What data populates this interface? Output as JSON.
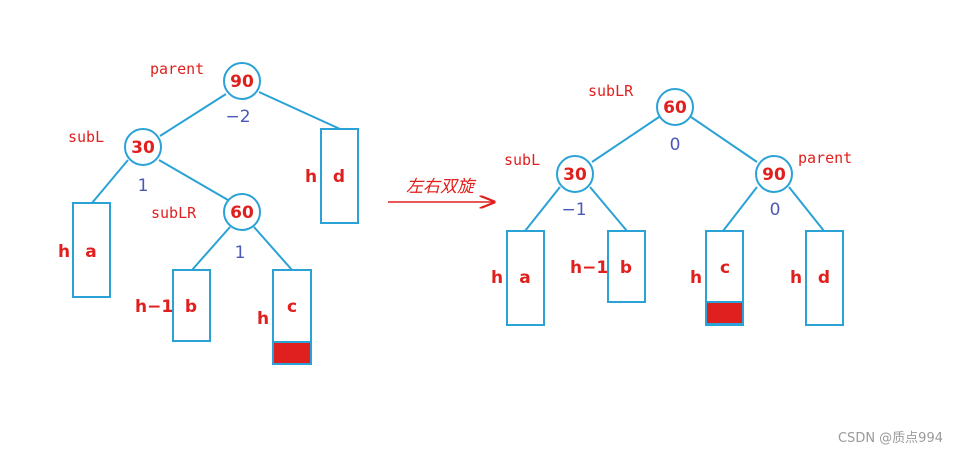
{
  "colors": {
    "line": "#2aa2d6",
    "text": "#e0201e",
    "balance": "#4b58b8",
    "fill": "#e0201e"
  },
  "arrow_label": "左右双旋",
  "watermark": "CSDN @质点994",
  "before": {
    "nodes": [
      {
        "id": "n90",
        "value": "90",
        "pointer": "parent",
        "balance": "−2"
      },
      {
        "id": "n30",
        "value": "30",
        "pointer": "subL",
        "balance": "1"
      },
      {
        "id": "n60",
        "value": "60",
        "pointer": "subLR",
        "balance": "1"
      }
    ],
    "subtrees": [
      {
        "id": "a",
        "name": "a",
        "height": "h"
      },
      {
        "id": "b",
        "name": "b",
        "height": "h−1"
      },
      {
        "id": "c",
        "name": "c",
        "height": "h",
        "increased": true
      },
      {
        "id": "d",
        "name": "d",
        "height": "h"
      }
    ]
  },
  "after": {
    "nodes": [
      {
        "id": "n60",
        "value": "60",
        "pointer": "subLR",
        "balance": "0"
      },
      {
        "id": "n30",
        "value": "30",
        "pointer": "subL",
        "balance": "−1"
      },
      {
        "id": "n90",
        "value": "90",
        "pointer": "parent",
        "balance": "0"
      }
    ],
    "subtrees": [
      {
        "id": "a",
        "name": "a",
        "height": "h"
      },
      {
        "id": "b",
        "name": "b",
        "height": "h−1"
      },
      {
        "id": "c",
        "name": "c",
        "height": "h",
        "increased": true
      },
      {
        "id": "d",
        "name": "d",
        "height": "h"
      }
    ]
  }
}
